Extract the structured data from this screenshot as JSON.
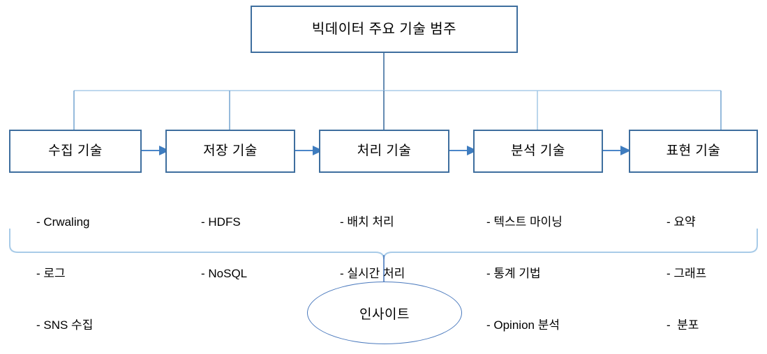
{
  "diagram": {
    "title": "빅데이터 주요 기술 범주",
    "outcome": "인사이트",
    "colors": {
      "box_border": "#3e6e9e",
      "connector_dark": "#3e6e9e",
      "connector_light": "#a8cbe8",
      "ellipse_border": "#4a79bd",
      "text": "#000000",
      "background": "#ffffff"
    },
    "stages": [
      {
        "label": "수집 기술",
        "items": [
          "- Crwaling",
          "- 로그",
          "- SNS 수집"
        ]
      },
      {
        "label": "저장 기술",
        "items": [
          "- HDFS",
          "- NoSQL"
        ]
      },
      {
        "label": "처리 기술",
        "items": [
          "- 배치 처리",
          "- 실시간 처리"
        ]
      },
      {
        "label": "분석 기술",
        "items": [
          "- 텍스트 마이닝",
          "- 통계 기법",
          "- Opinion 분석"
        ]
      },
      {
        "label": "표현 기술",
        "items": [
          "- 요약",
          "- 그래프",
          "-  분포"
        ]
      }
    ]
  }
}
